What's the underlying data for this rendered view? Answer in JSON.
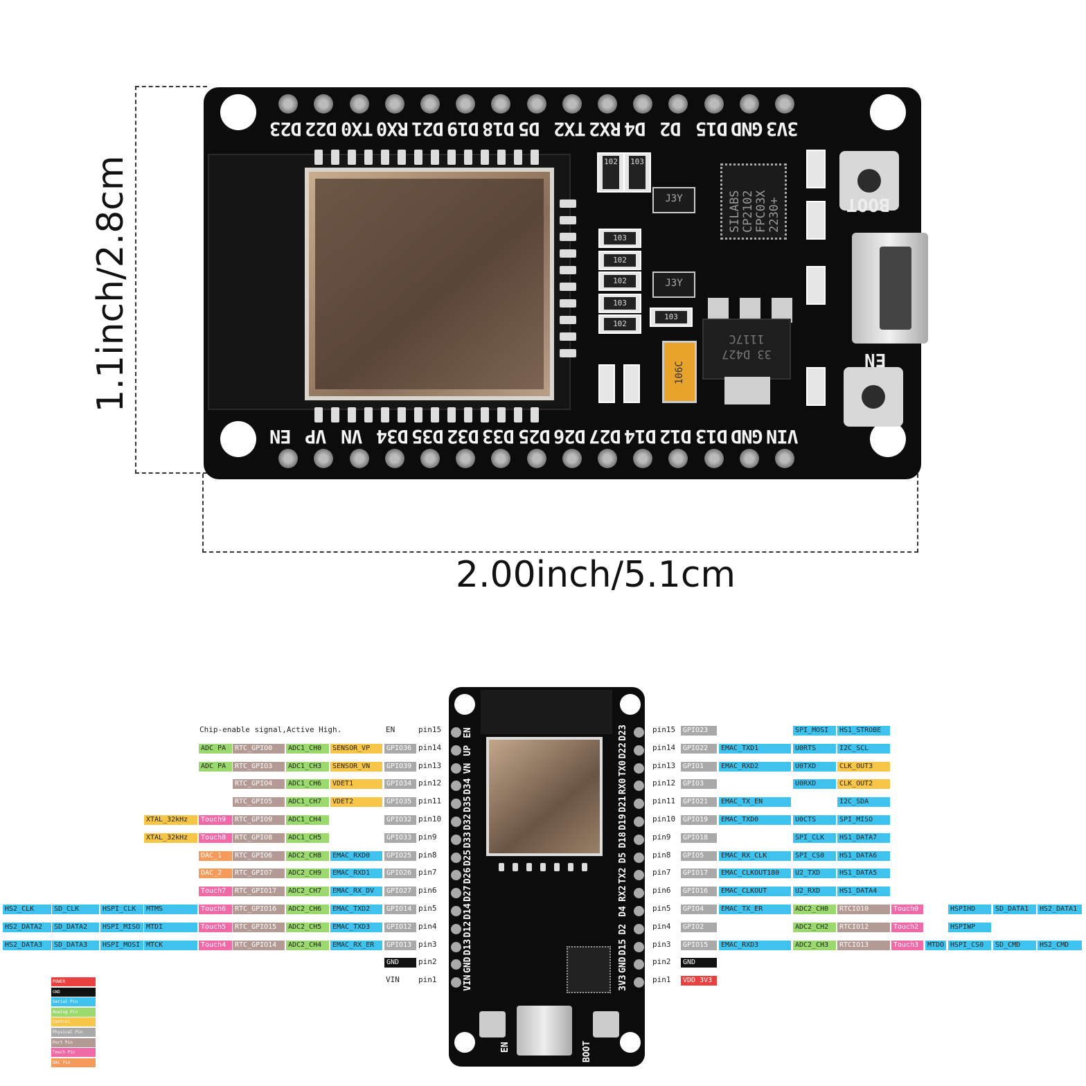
{
  "dimensions": {
    "height_label": "1.1inch/2.8cm",
    "width_label": "2.00inch/5.1cm"
  },
  "board": {
    "top_pins": [
      "3V3",
      "GND",
      "D15",
      "D2",
      "D4",
      "RX2",
      "TX2",
      "D5",
      "D18",
      "D19",
      "D21",
      "RX0",
      "TX0",
      "D22",
      "D23"
    ],
    "bottom_pins": [
      "VIN",
      "GND",
      "D13",
      "D12",
      "D14",
      "D27",
      "D26",
      "D25",
      "D33",
      "D32",
      "D35",
      "D34",
      "VN",
      "VP",
      "EN"
    ],
    "boot_label": "BOOT",
    "en_label": "EN",
    "chip_text": [
      "SILABS",
      "CP2102",
      "FPC03X",
      "2230+"
    ],
    "regulator_text": [
      "1117C",
      "33 D427"
    ],
    "cap_text": "106C",
    "smd_labels": [
      "103",
      "102",
      "102",
      "103",
      "102",
      "103",
      "102",
      "103",
      "J3Y",
      "J3Y"
    ]
  },
  "colors": {
    "power": "#e8413f",
    "gnd": "#111111",
    "serial": "#3fc3ee",
    "analog": "#9bd96e",
    "control": "#f7c548",
    "physical": "#a9a9a9",
    "port": "#b39a94",
    "touch": "#f16aa8",
    "dac": "#f49a5b"
  },
  "pinout": {
    "left_header_note": "Chip-enable signal,Active High.",
    "left": [
      {
        "pin": "pin15",
        "name": "EN",
        "tags": []
      },
      {
        "pin": "pin14",
        "name": "GPIO36",
        "tags": [
          [
            "ADC PA",
            "analog"
          ],
          [
            "RTC_GPIO0",
            "port"
          ],
          [
            "ADC1_CH0",
            "analog"
          ],
          [
            "SENSOR_VP",
            "control"
          ]
        ]
      },
      {
        "pin": "pin13",
        "name": "GPIO39",
        "tags": [
          [
            "ADC PA",
            "analog"
          ],
          [
            "RTC_GPIO3",
            "port"
          ],
          [
            "ADC1_CH3",
            "analog"
          ],
          [
            "SENSOR_VN",
            "control"
          ]
        ]
      },
      {
        "pin": "pin12",
        "name": "GPIO34",
        "tags": [
          [
            "RTC_GPIO4",
            "port"
          ],
          [
            "ADC1_CH6",
            "analog"
          ],
          [
            "VDET1",
            "control"
          ]
        ]
      },
      {
        "pin": "pin11",
        "name": "GPIO35",
        "tags": [
          [
            "RTC_GPIO5",
            "port"
          ],
          [
            "ADC1_CH7",
            "analog"
          ],
          [
            "VDET2",
            "control"
          ]
        ]
      },
      {
        "pin": "pin10",
        "name": "GPIO32",
        "tags": [
          [
            "XTAL_32kHz",
            "control"
          ],
          [
            "Touch9",
            "touch"
          ],
          [
            "RTC_GPIO9",
            "port"
          ],
          [
            "ADC1_CH4",
            "analog"
          ]
        ]
      },
      {
        "pin": "pin9",
        "name": "GPIO33",
        "tags": [
          [
            "XTAL_32kHz",
            "control"
          ],
          [
            "Touch8",
            "touch"
          ],
          [
            "RTC_GPIO8",
            "port"
          ],
          [
            "ADC1_CH5",
            "analog"
          ]
        ]
      },
      {
        "pin": "pin8",
        "name": "GPIO25",
        "tags": [
          [
            "DAC_1",
            "dac"
          ],
          [
            "RTC_GPIO6",
            "port"
          ],
          [
            "ADC2_CH8",
            "analog"
          ],
          [
            "EMAC_RXD0",
            "serial"
          ]
        ]
      },
      {
        "pin": "pin7",
        "name": "GPIO26",
        "tags": [
          [
            "DAC_2",
            "dac"
          ],
          [
            "RTC_GPIO7",
            "port"
          ],
          [
            "ADC2_CH9",
            "analog"
          ],
          [
            "EMAC_RXD1",
            "serial"
          ]
        ]
      },
      {
        "pin": "pin6",
        "name": "GPIO27",
        "tags": [
          [
            "Touch7",
            "touch"
          ],
          [
            "RTC_GPIO17",
            "port"
          ],
          [
            "ADC2_CH7",
            "analog"
          ],
          [
            "EMAC_RX_DV",
            "serial"
          ]
        ]
      },
      {
        "pin": "pin5",
        "name": "GPIO14",
        "tags": [
          [
            "HS2_CLK",
            "serial"
          ],
          [
            "SD_CLK",
            "serial"
          ],
          [
            "HSPI_CLK",
            "serial"
          ],
          [
            "MTMS",
            "serial"
          ],
          [
            "Touch6",
            "touch"
          ],
          [
            "RTC_GPIO16",
            "port"
          ],
          [
            "ADC2_CH6",
            "analog"
          ],
          [
            "EMAC_TXD2",
            "serial"
          ]
        ]
      },
      {
        "pin": "pin4",
        "name": "GPIO12",
        "tags": [
          [
            "HS2_DATA2",
            "serial"
          ],
          [
            "SD_DATA2",
            "serial"
          ],
          [
            "HSPI_MISO",
            "serial"
          ],
          [
            "MTDI",
            "serial"
          ],
          [
            "Touch5",
            "touch"
          ],
          [
            "RTC_GPIO15",
            "port"
          ],
          [
            "ADC2_CH5",
            "analog"
          ],
          [
            "EMAC_TXD3",
            "serial"
          ]
        ]
      },
      {
        "pin": "pin3",
        "name": "GPIO13",
        "tags": [
          [
            "HS2_DATA3",
            "serial"
          ],
          [
            "SD_DATA3",
            "serial"
          ],
          [
            "HSPI_MOSI",
            "serial"
          ],
          [
            "MTCK",
            "serial"
          ],
          [
            "Touch4",
            "touch"
          ],
          [
            "RTC_GPIO14",
            "port"
          ],
          [
            "ADC2_CH4",
            "analog"
          ],
          [
            "EMAC_RX_ER",
            "serial"
          ]
        ]
      },
      {
        "pin": "pin2",
        "name": "GND",
        "tags": []
      },
      {
        "pin": "pin1",
        "name": "VIN",
        "tags": []
      }
    ],
    "right": [
      {
        "pin": "pin15",
        "name": "GPIO23",
        "tags": [
          [
            "",
            ""
          ],
          [
            "SPI_MOSI",
            "serial"
          ],
          [
            "HS1_STROBE",
            "serial"
          ]
        ]
      },
      {
        "pin": "pin14",
        "name": "GPIO22",
        "tags": [
          [
            "EMAC_TXD1",
            "serial"
          ],
          [
            "U0RTS",
            "serial"
          ],
          [
            "I2C_SCL",
            "serial"
          ]
        ]
      },
      {
        "pin": "pin13",
        "name": "GPIO1",
        "tags": [
          [
            "EMAC_RXD2",
            "serial"
          ],
          [
            "U0TXD",
            "serial"
          ],
          [
            "CLK_OUT3",
            "control"
          ]
        ]
      },
      {
        "pin": "pin12",
        "name": "GPIO3",
        "tags": [
          [
            "",
            ""
          ],
          [
            "U0RXD",
            "serial"
          ],
          [
            "CLK_OUT2",
            "control"
          ]
        ]
      },
      {
        "pin": "pin11",
        "name": "GPIO21",
        "tags": [
          [
            "EMAC_TX_EN",
            "serial"
          ],
          [
            "",
            ""
          ],
          [
            "I2C_SDA",
            "serial"
          ]
        ]
      },
      {
        "pin": "pin10",
        "name": "GPIO19",
        "tags": [
          [
            "EMAC_TXD0",
            "serial"
          ],
          [
            "U0CTS",
            "serial"
          ],
          [
            "SPI_MISO",
            "serial"
          ]
        ]
      },
      {
        "pin": "pin9",
        "name": "GPIO18",
        "tags": [
          [
            "",
            ""
          ],
          [
            "SPI_CLK",
            "serial"
          ],
          [
            "HS1_DATA7",
            "serial"
          ]
        ]
      },
      {
        "pin": "pin8",
        "name": "GPIO5",
        "tags": [
          [
            "EMAC_RX_CLK",
            "serial"
          ],
          [
            "SPI_CS0",
            "serial"
          ],
          [
            "HS1_DATA6",
            "serial"
          ]
        ]
      },
      {
        "pin": "pin7",
        "name": "GPIO17",
        "tags": [
          [
            "EMAC_CLKOUT180",
            "serial"
          ],
          [
            "U2_TXD",
            "serial"
          ],
          [
            "HS1_DATA5",
            "serial"
          ]
        ]
      },
      {
        "pin": "pin6",
        "name": "GPIO16",
        "tags": [
          [
            "EMAC_CLKOUT",
            "serial"
          ],
          [
            "U2_RXD",
            "serial"
          ],
          [
            "HS1_DATA4",
            "serial"
          ]
        ]
      },
      {
        "pin": "pin5",
        "name": "GPIO4",
        "tags": [
          [
            "EMAC_TX_ER",
            "serial"
          ],
          [
            "ADC2_CH0",
            "analog"
          ],
          [
            "RTCIO10",
            "port"
          ],
          [
            "Touch0",
            "touch"
          ],
          [
            "HSPIHD",
            "serial"
          ],
          [
            "SD_DATA1",
            "serial"
          ],
          [
            "HS2_DATA1",
            "serial"
          ]
        ]
      },
      {
        "pin": "pin4",
        "name": "GPIO2",
        "tags": [
          [
            "",
            ""
          ],
          [
            "ADC2_CH2",
            "analog"
          ],
          [
            "RTCIO12",
            "port"
          ],
          [
            "Touch2",
            "touch"
          ],
          [
            "HSPIWP",
            "serial"
          ]
        ]
      },
      {
        "pin": "pin3",
        "name": "GPIO15",
        "tags": [
          [
            "EMAC_RXD3",
            "serial"
          ],
          [
            "ADC2_CH3",
            "analog"
          ],
          [
            "RTCIO13",
            "port"
          ],
          [
            "Touch3",
            "touch"
          ],
          [
            "MTDO",
            "serial"
          ],
          [
            "HSPI_CS0",
            "serial"
          ],
          [
            "SD_CMD",
            "serial"
          ],
          [
            "HS2_CMD",
            "serial"
          ]
        ]
      },
      {
        "pin": "pin2",
        "name": "GND",
        "tags": []
      },
      {
        "pin": "pin1",
        "name": "VDD 3V3",
        "tags": []
      }
    ],
    "board_left_labels": [
      "EN",
      "UP",
      "VN",
      "D34",
      "D35",
      "D32",
      "D33",
      "D25",
      "D26",
      "D27",
      "D14",
      "D12",
      "D13",
      "GND",
      "VIN"
    ],
    "board_right_labels": [
      "D23",
      "D22",
      "TX0",
      "RX0",
      "D21",
      "D19",
      "D18",
      "D5",
      "TX2",
      "RX2",
      "D4",
      "D2",
      "D15",
      "GND",
      "3V3"
    ],
    "board_bottom_left": "EN",
    "board_bottom_right": "BOOT"
  },
  "legend": [
    {
      "label": "POWER",
      "color": "power"
    },
    {
      "label": "GND",
      "color": "gnd"
    },
    {
      "label": "Serial Pin",
      "color": "serial"
    },
    {
      "label": "Analog Pin",
      "color": "analog"
    },
    {
      "label": "Control",
      "color": "control"
    },
    {
      "label": "Physical Pin",
      "color": "physical"
    },
    {
      "label": "Port Pin",
      "color": "port"
    },
    {
      "label": "Touch Pin",
      "color": "touch"
    },
    {
      "label": "DAC Pin",
      "color": "dac"
    }
  ]
}
